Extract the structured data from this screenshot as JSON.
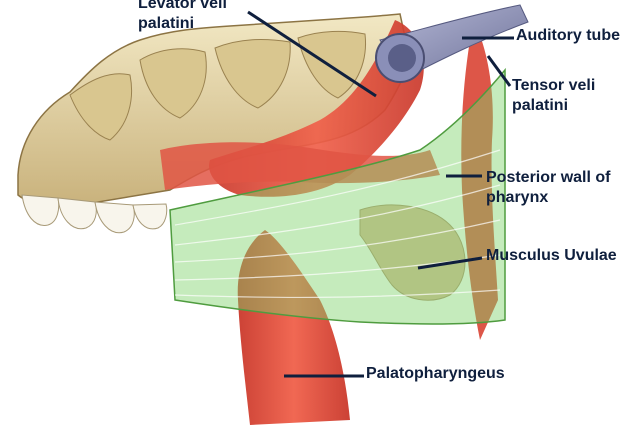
{
  "diagram": {
    "labels": {
      "levator_veli_palatini": [
        "Levator veli",
        "palatini"
      ],
      "auditory_tube": "Auditory tube",
      "tensor_veli_palatini": [
        "Tensor veli",
        "palatini"
      ],
      "posterior_wall_of_pharynx": [
        "Posterior wall of",
        "pharynx"
      ],
      "musculus_uvulae": "Musculus Uvulae",
      "palatopharyngeus": "Palatopharyngeus"
    },
    "colors": {
      "label_text": "#0f1f3d",
      "leader_line": "#0f1f3d",
      "muscle": "#e0473a",
      "muscle_dark": "#b83226",
      "bone": "#e8dcae",
      "bone_shadow": "#b79f6c",
      "pharynx_wall": "#7ed36a",
      "auditory_tube": "#8a8fb8",
      "tongue": "#d8b48c"
    }
  }
}
